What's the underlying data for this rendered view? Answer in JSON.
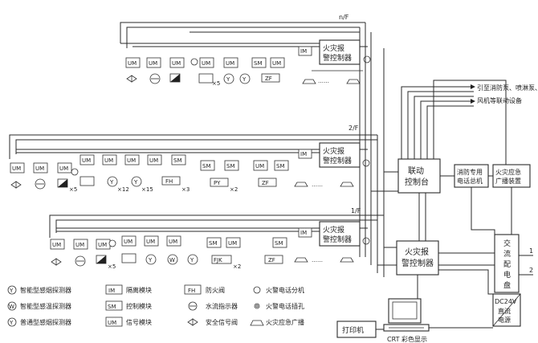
{
  "floors": {
    "top": "n/F",
    "mid": "2/F",
    "bot": "1/F"
  },
  "modules": {
    "um": "UM",
    "sm": "SM",
    "im": "IM",
    "zf": "ZF",
    "fh": "FH",
    "fjk": "FJK",
    "py": "PY"
  },
  "detectors": {
    "y": "Y",
    "w": "W"
  },
  "boxes": {
    "alarm_ctrl_1": "火灾报",
    "alarm_ctrl_2": "警控制器",
    "linkage_1": "联动",
    "linkage_2": "控制台",
    "fire_phone_1": "消防专用",
    "fire_phone_2": "电话总机",
    "broadcast_1": "火灾应急",
    "broadcast_2": "广播装置",
    "ac_panel": [
      "交",
      "流",
      "配",
      "电",
      "盘"
    ],
    "printer": "打印机",
    "crt": "CRT 彩色显示",
    "dc_1": "DC24V",
    "dc_2": "直流",
    "dc_3": "电源"
  },
  "pump_note_1": "引至消防泵、喷淋泵、",
  "pump_note_2": "风机等联动设备",
  "counts": {
    "x5": "×5",
    "x12": "×12",
    "x15": "×15",
    "x2": "×2",
    "x3": "×3"
  },
  "line_numbers": {
    "one": "1",
    "two": "2"
  },
  "dots": "……",
  "legend": [
    {
      "sym": "Y",
      "label": "智能型感烟探测器"
    },
    {
      "sym": "W",
      "label": "智能型感温探测器"
    },
    {
      "sym": "Y",
      "label": "普通型感烟探测器"
    },
    {
      "sym": "IM",
      "label": "隔离模块"
    },
    {
      "sym": "SM",
      "label": "控制模块"
    },
    {
      "sym": "UM",
      "label": "信号模块"
    },
    {
      "sym": "FH",
      "label": "防火阀"
    },
    {
      "sym": "",
      "label": "水流指示器"
    },
    {
      "sym": "",
      "label": "安全信号阀"
    },
    {
      "sym": "",
      "label": "火警电话分机"
    },
    {
      "sym": "",
      "label": "火警电话插孔"
    },
    {
      "sym": "",
      "label": "火灾应急广播"
    }
  ]
}
